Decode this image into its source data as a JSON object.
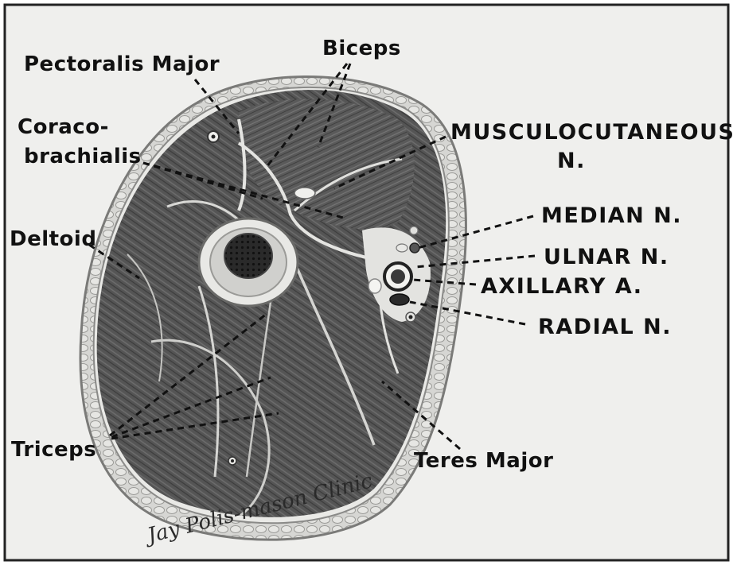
{
  "labels": {
    "pectoralis_major": "Pectoralis Major",
    "biceps": "Biceps",
    "coracobrachialis_line1": "Coraco-",
    "coracobrachialis_line2": "brachialis",
    "musculocutaneous_line1": "MUSCULOCUTANEOUS",
    "musculocutaneous_line2": "N.",
    "median": "MEDIAN N.",
    "ulnar": "ULNAR N.",
    "axillary": "AXILLARY A.",
    "radial": "RADIAL N.",
    "deltoid": "Deltoid",
    "triceps": "Triceps",
    "teres_major": "Teres Major"
  },
  "signature": "Jay Polis-mason Clinic",
  "colors": {
    "paper": "#eeeeec",
    "skin": "#c9c9c6",
    "fat": "#dadad7",
    "muscle_dark": "#4a4a4a",
    "muscle_mid": "#5f5f5f",
    "bone": "#e3e3e0",
    "marrow": "#1c1c1c",
    "ink": "#111111"
  }
}
